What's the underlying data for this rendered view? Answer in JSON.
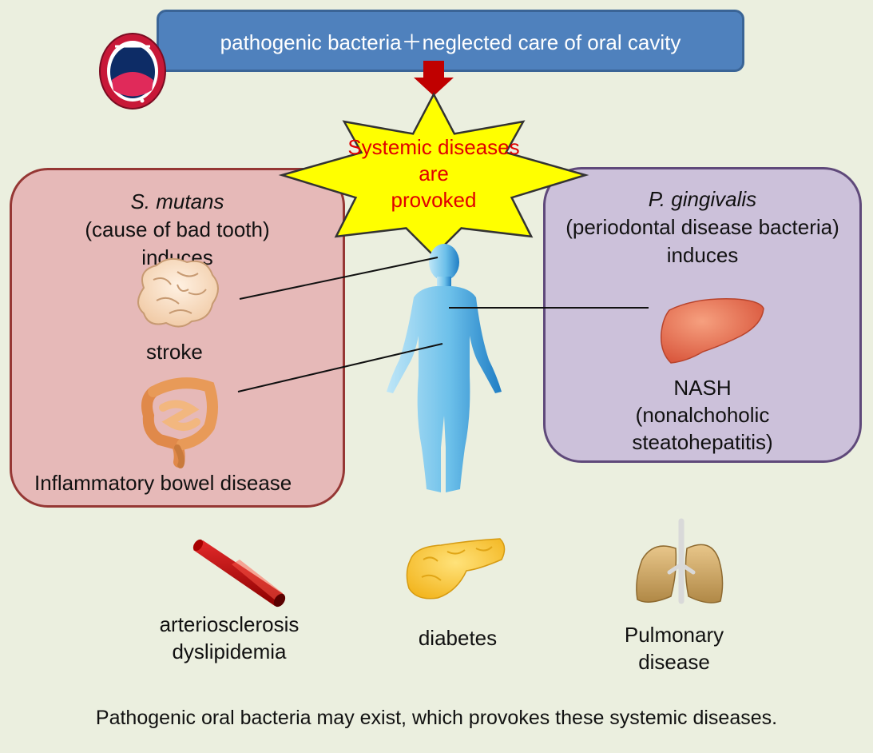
{
  "banner": {
    "text": "pathogenic bacteria＋neglected care of oral cavity"
  },
  "star": {
    "line1": "Systemic diseases",
    "line2": "are",
    "line3": "provoked"
  },
  "left_panel": {
    "species": "S. mutans",
    "description": "(cause of bad tooth)",
    "verb": "induces",
    "disease1": "stroke",
    "disease2": "Inflammatory bowel disease"
  },
  "right_panel": {
    "species": "P. gingivalis",
    "description": "(periodontal disease bacteria)",
    "verb": "induces",
    "disease1": "NASH",
    "disease1_detail_line1": "(nonalchoholic",
    "disease1_detail_line2": "steatohepatitis)"
  },
  "bottom": {
    "arterio_line1": "arteriosclerosis",
    "arterio_line2": "dyslipidemia",
    "diabetes": "diabetes",
    "pulmonary_line1": "Pulmonary",
    "pulmonary_line2": "disease"
  },
  "footer": "Pathogenic oral bacteria may exist, which provokes these systemic diseases.",
  "colors": {
    "background": "#ebefdf",
    "banner": "#4f81bd",
    "left_panel": "#e6b9b8",
    "right_panel": "#ccc1da",
    "star": "#ffff00",
    "star_text": "#e00000",
    "arrow": "#c00000"
  },
  "icons": [
    "mouth-icon",
    "down-arrow-icon",
    "brain-icon",
    "intestine-icon",
    "human-body-icon",
    "liver-icon",
    "artery-icon",
    "pancreas-icon",
    "lungs-icon"
  ]
}
